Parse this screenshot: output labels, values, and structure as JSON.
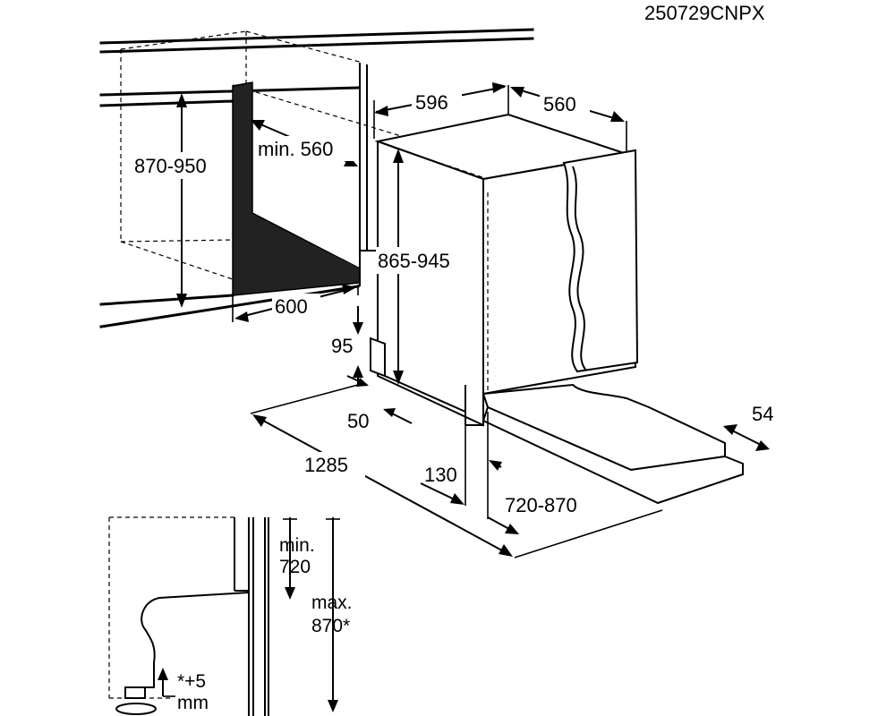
{
  "code": "250729CNPX",
  "dimensions": {
    "cabinet_height": "870-950",
    "niche_depth_min": "min. 560",
    "niche_width": "600",
    "appliance_width": "596",
    "appliance_depth": "560",
    "appliance_height": "865-945",
    "plinth_height": "95",
    "plinth_offset": "50",
    "door_total": "1285",
    "gap_130": "130",
    "door_range": "720-870",
    "side_adjust": "54"
  },
  "inset": {
    "min_line1": "min.",
    "min_line2": "720",
    "max_line1": "max.",
    "max_line2": "870*",
    "foot_line1": "*+5",
    "foot_line2": "mm"
  }
}
